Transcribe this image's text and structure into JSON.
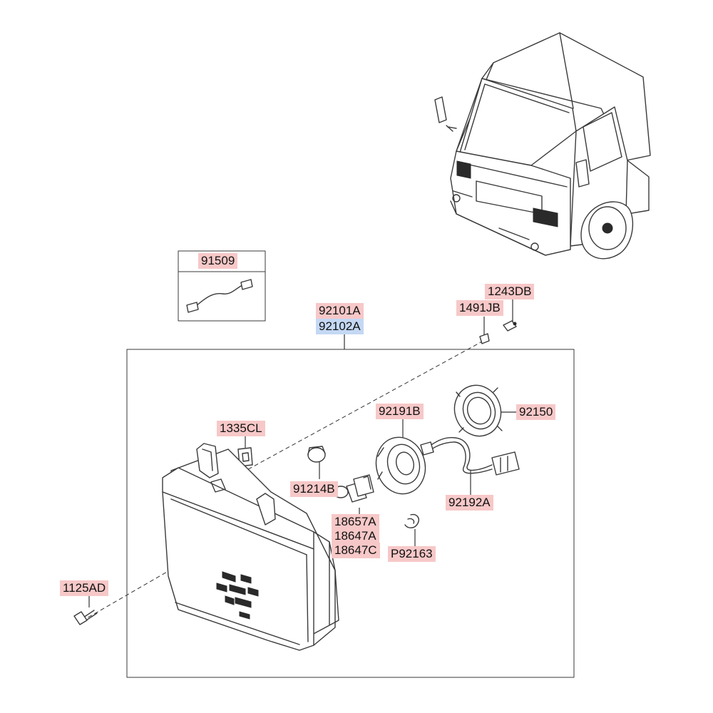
{
  "callouts": {
    "p91509": "91509",
    "p92101A": "92101A",
    "p92102A": "92102A",
    "p1243DB": "1243DB",
    "p1491JB": "1491JB",
    "p92191B": "92191B",
    "p92150": "92150",
    "p1335CL": "1335CL",
    "p91214B": "91214B",
    "p92192A": "92192A",
    "p18657A": "18657A",
    "p18647A": "18647A",
    "p18647C": "18647C",
    "pP92163": "P92163",
    "p1125AD": "1125AD"
  },
  "colors": {
    "callout_highlight": "#f7c8c8",
    "callout_selected": "#c4d8f4",
    "line": "#3a3a3a"
  }
}
